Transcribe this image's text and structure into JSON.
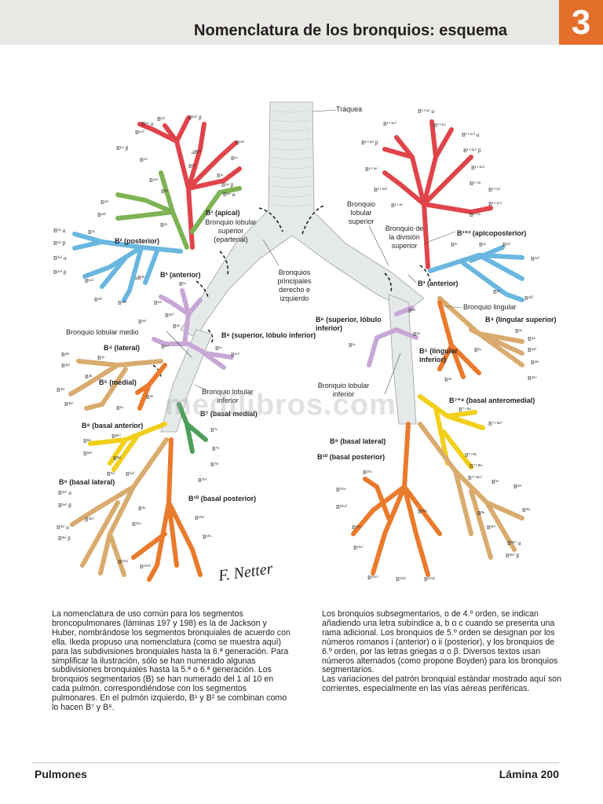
{
  "header": {
    "title": "Nomenclatura de los bronquios: esquema",
    "chapter": "3"
  },
  "figure": {
    "annotations": {
      "traquea": "Tráquea",
      "b1_apical": "B¹ (apical)",
      "bronquio_lobular_superior_eparterial": "Bronquio lobular superior (eparterial)",
      "b2_posterior": "B² (posterior)",
      "b3_anterior": "B³ (anterior)",
      "bronquios_principales": "Bronquios principales derecho e izquierdo",
      "bronquio_lobular_medio": "Bronquio lobular medio",
      "b6_superior_derecho": "B⁶ (superior, lóbulo inferior)",
      "b4_lateral": "B⁴ (lateral)",
      "b5_medial": "B⁵ (medial)",
      "bronquio_lobular_inferior_der": "Bronquio lobular inferior",
      "b7_basal_medial": "B⁷ (basal medial)",
      "b8_basal_anterior": "B⁸ (basal anterior)",
      "b9_basal_lateral_der": "B⁹ (basal lateral)",
      "b10_basal_posterior_der": "B¹⁰ (basal posterior)",
      "bronquio_lobular_superior_izq": "Bronquio lobular superior",
      "bronquio_division_superior": "Bronquio de la división superior",
      "b1_2_apicoposterior": "B¹⁺² (apicoposterior)",
      "b3_anterior_izq": "B³ (anterior)",
      "bronquio_lingular": "Bronquio lingular",
      "b4_lingular_superior": "B⁴ (lingular superior)",
      "b6_superior_izq": "B⁶ (superior, lóbulo inferior)",
      "b5_lingular_inferior": "B⁵ (lingular inferior)",
      "bronquio_lobular_inferior_izq": "Bronquio lobular inferior",
      "b7_8_basal_anteromedial": "B⁷⁺⁸ (basal anteromedial)",
      "b9_basal_lateral_izq": "B⁹ (basal lateral)",
      "b10_basal_posterior_izq": "B¹⁰ (basal posterior)"
    },
    "small_labels": {
      "r_b1ai_alpha": "B¹ᵃⁱ α",
      "r_b1ai_beta": "B¹ᵃⁱ β",
      "r_b1aii": "B¹ᵃⁱⁱ",
      "r_b1bi": "B¹ᵇⁱ",
      "r_b1bii": "B¹ᵇⁱⁱ",
      "r_ab1b": "aB¹ᵇ",
      "r_b1b": "B¹ᵇ",
      "r_b1a": "B¹ᵃ",
      "r_b1bii_beta": "B¹ᵇⁱⁱ β",
      "r_b2ai": "B²ᵃⁱ",
      "r_b2aii": "B²ᵃⁱⁱ",
      "r_b2ai_beta": "B²ᵃⁱ β",
      "r_b2ai_alpha": "B²ᵃⁱ α",
      "r_b2bi": "B²ᵇⁱ",
      "r_b2bii": "B²ᵇⁱⁱ",
      "r_b2b": "B²ᵇ",
      "r_b2a": "B²ᵃ",
      "r_b3ai_alpha": "B³ᵃⁱ α",
      "r_b3ai_beta": "B³ᵃⁱ β",
      "r_b3aii_alpha": "B³ᵃⁱⁱ α",
      "r_b3aii_beta": "B³ᵃⁱⁱ β",
      "r_b3a": "B³ᵃ",
      "r_b3bi": "B³ᵇⁱ",
      "r_b3bii": "B³ᵇⁱⁱ",
      "r_b3aii": "B³ᵃⁱⁱ",
      "r_ab3b": "aB³ᵇ",
      "r_b3c": "B³ᶜ",
      "r_b6a": "B⁶ᵃ",
      "r_b6ai": "B⁶ᵃⁱ",
      "r_b6b": "B⁶ᵇ",
      "r_b6bii": "B⁶ᵇⁱⁱ",
      "r_b6bi": "B⁶ᵇⁱ",
      "r_b6c": "B⁶ᶜ",
      "r_b6ci": "B⁶ᶜⁱ",
      "r_b6cii": "B⁶ᶜⁱⁱ",
      "r_b4bi": "B⁴ᵇⁱ",
      "r_b4aii": "B⁴ᵃⁱⁱ",
      "r_b4a": "B⁴ᵃ",
      "r_b4b": "B⁴ᵇ",
      "r_b4bii": "B⁴ᵇⁱⁱ",
      "r_b4bi2": "B⁴ᵇⁱ",
      "r_b5a": "B⁵ᵃ",
      "r_b5b": "B⁵ᵇ",
      "r_b7a": "B⁷ᵃ",
      "r_b7b": "B⁷ᵇ",
      "r_b7bi": "B⁷ᵇⁱ",
      "r_b7bii": "B⁷ᵇⁱⁱ",
      "r_b8ai": "B⁸ᵃⁱ",
      "r_b8aii": "B⁸ᵃⁱⁱ",
      "r_b8bi": "B⁸ᵇⁱ",
      "r_b8bii": "B⁸ᵇⁱⁱ",
      "r_b9ai": "B⁹ᵃⁱ",
      "r_b9aii": "B⁹ᵃⁱⁱ",
      "r_b9b": "B⁹ᵇ",
      "r_b10a": "B¹⁰ᵃ",
      "r_b10b": "B¹⁰ᵇ",
      "r_b10c": "B¹⁰ᶜ",
      "r_b10bi": "B¹⁰ᵇⁱ",
      "r_b10bii": "B¹⁰ᵇⁱⁱ",
      "r_b9bii": "B⁹ᵇⁱⁱ",
      "r_b9bi_alpha": "B⁹ᵇⁱ α",
      "r_b9bi_beta": "B⁹ᵇⁱ β",
      "r_b9aii_alpha": "B⁹ᵃⁱⁱ α",
      "r_b9aii_beta": "B⁹ᵃⁱⁱ β",
      "l_b12ai_alpha": "B¹⁺²ᵃⁱ α",
      "l_b12aii": "B¹⁺²ᵃⁱⁱ",
      "l_b12bi_beta": "B¹⁺²ᵇⁱ β",
      "l_b12ai": "B¹⁺²ᵃⁱ",
      "l_b12bii": "B¹⁺²ᵇⁱⁱ",
      "l_b12aii_alpha": "B¹⁺²ᵃⁱⁱ α",
      "l_b12aii_beta": "B¹⁺²ᵃⁱⁱ β",
      "l_b12bii2": "B¹⁺²ᵇⁱⁱ",
      "l_b12a": "B¹⁺²ᵃ",
      "l_b12ci": "B¹⁺²ᶜⁱ",
      "l_b12cii": "B¹⁺²ᶜⁱⁱ",
      "l_b12b": "B¹⁺²ᵇ",
      "l_b12c": "B¹⁺²ᶜ",
      "l_b3a": "B³ᵃ",
      "l_b3c": "B³ᶜ",
      "l_b3ai": "B³ᵃⁱ",
      "l_b3aii": "B³ᵃⁱⁱ",
      "l_b3b": "B³ᵇ",
      "l_b3bii": "B³ᵇⁱⁱ",
      "l_b6a": "B⁶ᵃ",
      "l_b6b": "B⁶ᵇ",
      "l_b6c": "B⁶ᶜ",
      "l_b4a": "B⁴ᵃ",
      "l_b4ai": "B⁴ᵃⁱ",
      "l_b4aii": "B⁴ᵃⁱⁱ",
      "l_b4bi": "B⁴ᵇⁱ",
      "l_b4bii": "B⁴ᵇⁱⁱ",
      "l_b5a": "B⁵ᵃ",
      "l_b5b": "B⁵ᵇ",
      "l_b78ai": "B⁷⁺⁸ᵃⁱ",
      "l_b78aii": "B⁷⁺⁸ᵃⁱⁱ",
      "l_b78b": "B⁷⁺⁸ᵇ",
      "l_b78bi": "B⁷⁺⁸ᵇⁱ",
      "l_b78bii": "B⁷⁺⁸ᵇⁱⁱ",
      "l_b9a": "B⁹ᵃ",
      "l_b9ai": "B⁹ᵃⁱ",
      "l_b9b": "B⁹ᵇ",
      "l_b9bi": "B⁹ᵇⁱ",
      "l_b9bii": "B⁹ᵇⁱⁱ",
      "l_b9bii_alpha": "B⁹ᵇⁱⁱ α",
      "l_b9bii_beta": "B⁹ᵇⁱⁱ β",
      "l_b10a": "B¹⁰ᵃ",
      "l_b10ai": "B¹⁰ᵃⁱ",
      "l_b10aii": "B¹⁰ᵃⁱⁱ",
      "l_b10b": "B¹⁰ᵇ",
      "l_b10c": "B¹⁰ᶜ",
      "l_b10bi": "B¹⁰ᵇⁱ",
      "l_b10bii": "B¹⁰ᵇⁱⁱ",
      "l_b10ci": "B¹⁰ᶜⁱ",
      "l_b10cii": "B¹⁰ᶜⁱⁱ"
    },
    "watermark": "medilibros.com"
  },
  "text": {
    "left_paragraph": "La nomenclatura de uso común para los segmentos broncopulmonares (láminas 197 y 198) es la de Jackson y Huber, nombrándose los segmentos bronquiales de acuerdo con ella. Ikeda propuso una nomenclatura (como se muestra aquí) para las subdivisiones bronquiales hasta la 6.ª generación. Para simplificar la ilustración, sólo se han numerado algunas subdivisiones bronquiales hasta la 5.ª o 6.ª generación. Los bronquios segmentarios (B) se han numerado del 1 al 10 en cada pulmón, correspondiéndose con los segmentos pulmonares. En el pulmón izquierdo, B¹ y B² se combinan como lo hacen B⁷ y B⁸.",
    "right_paragraph_1": "Los bronquios subsegmentarios, o de 4.º orden, se indican añadiendo una letra subíndice a, b o c cuando se presenta una rama adicional. Los bronquios de 5.º orden se designan por los números romanos i (anterior) o ii (posterior), y los bronquios de 6.º orden, por las letras griegas α o β. Diversos textos usan números alternados (como propone Boyden) para los bronquios segmentarios.",
    "right_paragraph_2": "Las variaciones del patrón bronquial estándar mostrado aquí son corrientes, especialmente en las vías aéreas periféricas."
  },
  "footer": {
    "section": "Pulmones",
    "plate": "Lámina 200"
  },
  "colors": {
    "header_band": "#e9e8e4",
    "chapter_box": "#e36f2b",
    "red": "#e0444a",
    "green": "#7db354",
    "blue": "#69b7e0",
    "lilac": "#c7a7d6",
    "tan": "#d9ab6e",
    "orange": "#ea7a2c",
    "yellow": "#f2cf1a",
    "dark_green": "#4e9e5a",
    "trachea": "#e8eaea"
  }
}
